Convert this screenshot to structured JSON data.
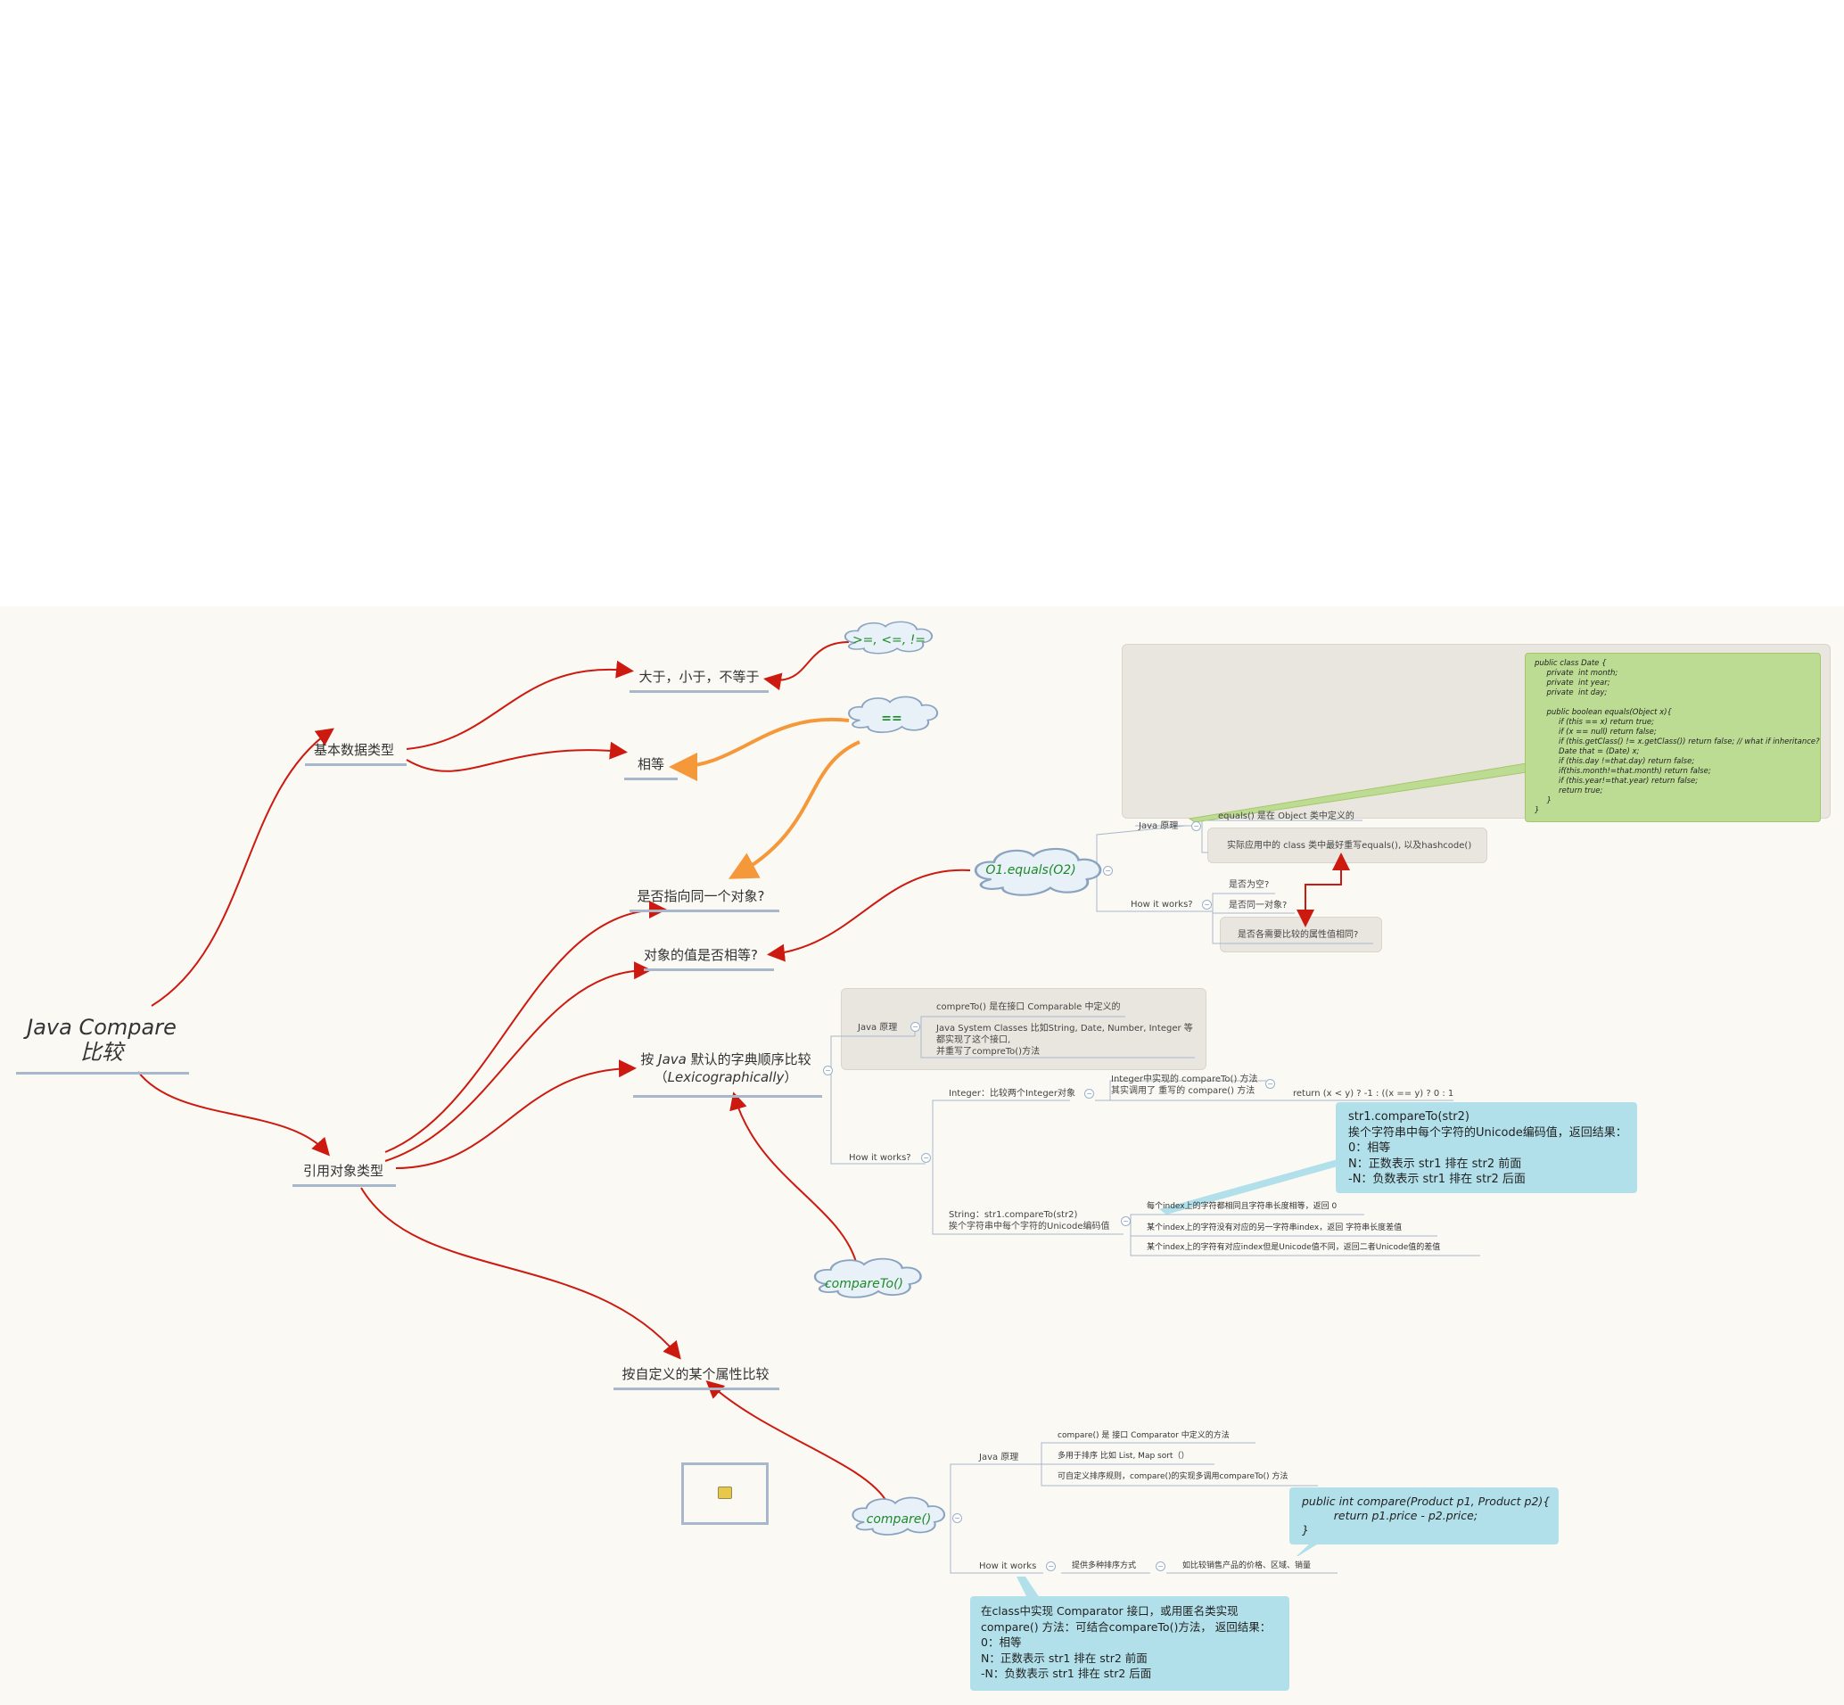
{
  "root": {
    "line1": "Java Compare",
    "line2": "比较"
  },
  "branches": {
    "primitive": "基本数据类型",
    "reference": "引用对象类型"
  },
  "topics": {
    "gt_lt_ne": "大于，小于，不等于",
    "equal": "相等",
    "same_object": "是否指向同一个对象?",
    "value_equal": "对象的值是否相等?",
    "lexico_line1_a": "按 ",
    "lexico_line1_italic": "Java",
    "lexico_line1_b": " 默认的字典顺序比较",
    "lexico_line2_a": "（",
    "lexico_line2_italic": "Lexicographically",
    "lexico_line2_b": "）",
    "custom": "按自定义的某个属性比较"
  },
  "clouds": {
    "ops": ">=, <=, !=",
    "eq": "==",
    "equals": "O1.equals(O2)",
    "compareTo": "compareTo()",
    "compare": "compare()"
  },
  "equals_detail": {
    "java_principle": "Java 原理",
    "defined_in_object": "equals() 是在 Object 类中定义的",
    "override_tip": "实际应用中的 class 类中最好重写equals(), 以及hashcode()",
    "how_it_works": "How it works?",
    "is_null": "是否为空?",
    "is_same": "是否同一对象?",
    "attrs_equal": "是否各需要比较的属性值相同?",
    "code": "public class Date {\n     private  int month;\n     private  int year;\n     private  int day;\n\n     public boolean equals(Object x){\n          if (this == x) return true;\n          if (x == null) return false;\n          if (this.getClass() != x.getClass()) return false; // what if inheritance?\n          Date that = (Date) x;\n          if (this.day !=that.day) return false;\n          if(this.month!=that.month) return false;\n          if (this.year!=that.year) return false;\n          return true;\n     }\n}"
  },
  "compareTo_detail": {
    "java_principle": "Java 原理",
    "defined_in_comparable": "compreTo() 是在接口 Comparable 中定义的",
    "system_classes_1": "Java System Classes 比如String, Date, Number, Integer 等",
    "system_classes_2": "都实现了这个接口,",
    "system_classes_3": "并重写了compreTo()方法",
    "how_it_works": "How it works?",
    "integer_label": "Integer：比较两个Integer对象",
    "integer_impl_1": "Integer中实现的 compareTo() 方法",
    "integer_impl_2": "其实调用了 重写的 compare() 方法",
    "integer_return": "return (x < y) ? -1 : ((x == y) ? 0 : 1",
    "string_label_1": "String：str1.compareTo(str2)",
    "string_label_2": "挨个字符串中每个字符的Unicode编码值",
    "string_case_1": "每个index上的字符都相同且字符串长度相等，返回 0",
    "string_case_2": "某个index上的字符没有对应的另一字符串index，返回 字符串长度差值",
    "string_case_3": "某个index上的字符有对应index但是Unicode值不同，返回二者Unicode值的差值",
    "note": "str1.compareTo(str2)\n挨个字符串中每个字符的Unicode编码值，返回结果：\n0：相等\nN：正数表示 str1 排在 str2 前面\n-N：负数表示 str1 排在 str2 后面"
  },
  "compare_detail": {
    "java_principle": "Java 原理",
    "defined_in_comparator": "compare() 是 接口 Comparator 中定义的方法",
    "used_for_sort": "多用于排序 比如 List, Map  sort（）",
    "custom_rule": "可自定义排序规则，compare()的实现多调用compareTo() 方法",
    "how_it_works": "How it works",
    "multiple_sort": "提供多种排序方式",
    "example": "如比较销售产品的价格、区域、销量",
    "code": "public int compare(Product p1, Product p2){\n         return p1.price - p2.price;\n}",
    "note": "在class中实现 Comparator 接口，或用匿名类实现\ncompare() 方法：可结合compareTo()方法， 返回结果：\n0：相等\nN：正数表示 str1 排在 str2 前面\n-N：负数表示 str1 排在 str2 后面"
  },
  "colors": {
    "arrow_red": "#cc1a10",
    "arrow_orange": "#f5983a",
    "underline": "#a8b8cc",
    "cloud_fill": "#e8f0f8",
    "cloud_stroke": "#8aa3c0",
    "cloud_text": "#1e8a2a",
    "note_blue": "#b1e0ea",
    "note_green": "#bcdc94",
    "note_gray": "#e9e6df"
  },
  "icons": {
    "picture": "pencil-image-icon"
  }
}
